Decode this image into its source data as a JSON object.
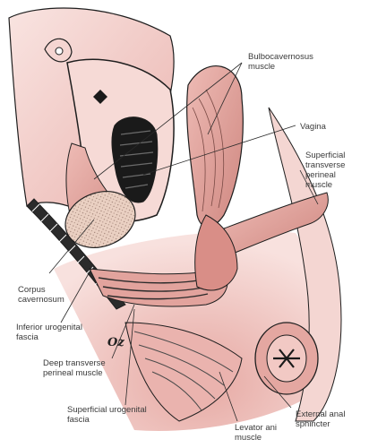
{
  "labels": {
    "bulbocavernosus": [
      "Bulbocavernosus",
      "muscle"
    ],
    "vagina": [
      "Vagina"
    ],
    "superficial_transverse": [
      "Superficial",
      "transverse",
      "perineal",
      "muscle"
    ],
    "corpus_cavernosum": [
      "Corpus",
      "cavernosum"
    ],
    "inferior_urogenital": [
      "Inferior urogenital",
      "fascia"
    ],
    "deep_transverse": [
      "Deep transverse",
      "perineal muscle"
    ],
    "superficial_urogenital": [
      "Superficial urogenital",
      "fascia"
    ],
    "levator_ani": [
      "Levator ani",
      "muscle"
    ],
    "external_anal": [
      "External anal",
      "sphincter"
    ]
  },
  "signature": "Oz",
  "colors": {
    "outline": "#1e1e1e",
    "skin": "#f3d0cc",
    "skin_light": "#f8e3e0",
    "muscle": "#e2a39d",
    "muscle_dark": "#c97b74",
    "fascia_band": "#2b2b2b",
    "vaginal_opening": "#1a1a1a",
    "corpus": "#e9c8b8",
    "leader": "#2a2a2a",
    "label_text": "#3a3a3a"
  }
}
